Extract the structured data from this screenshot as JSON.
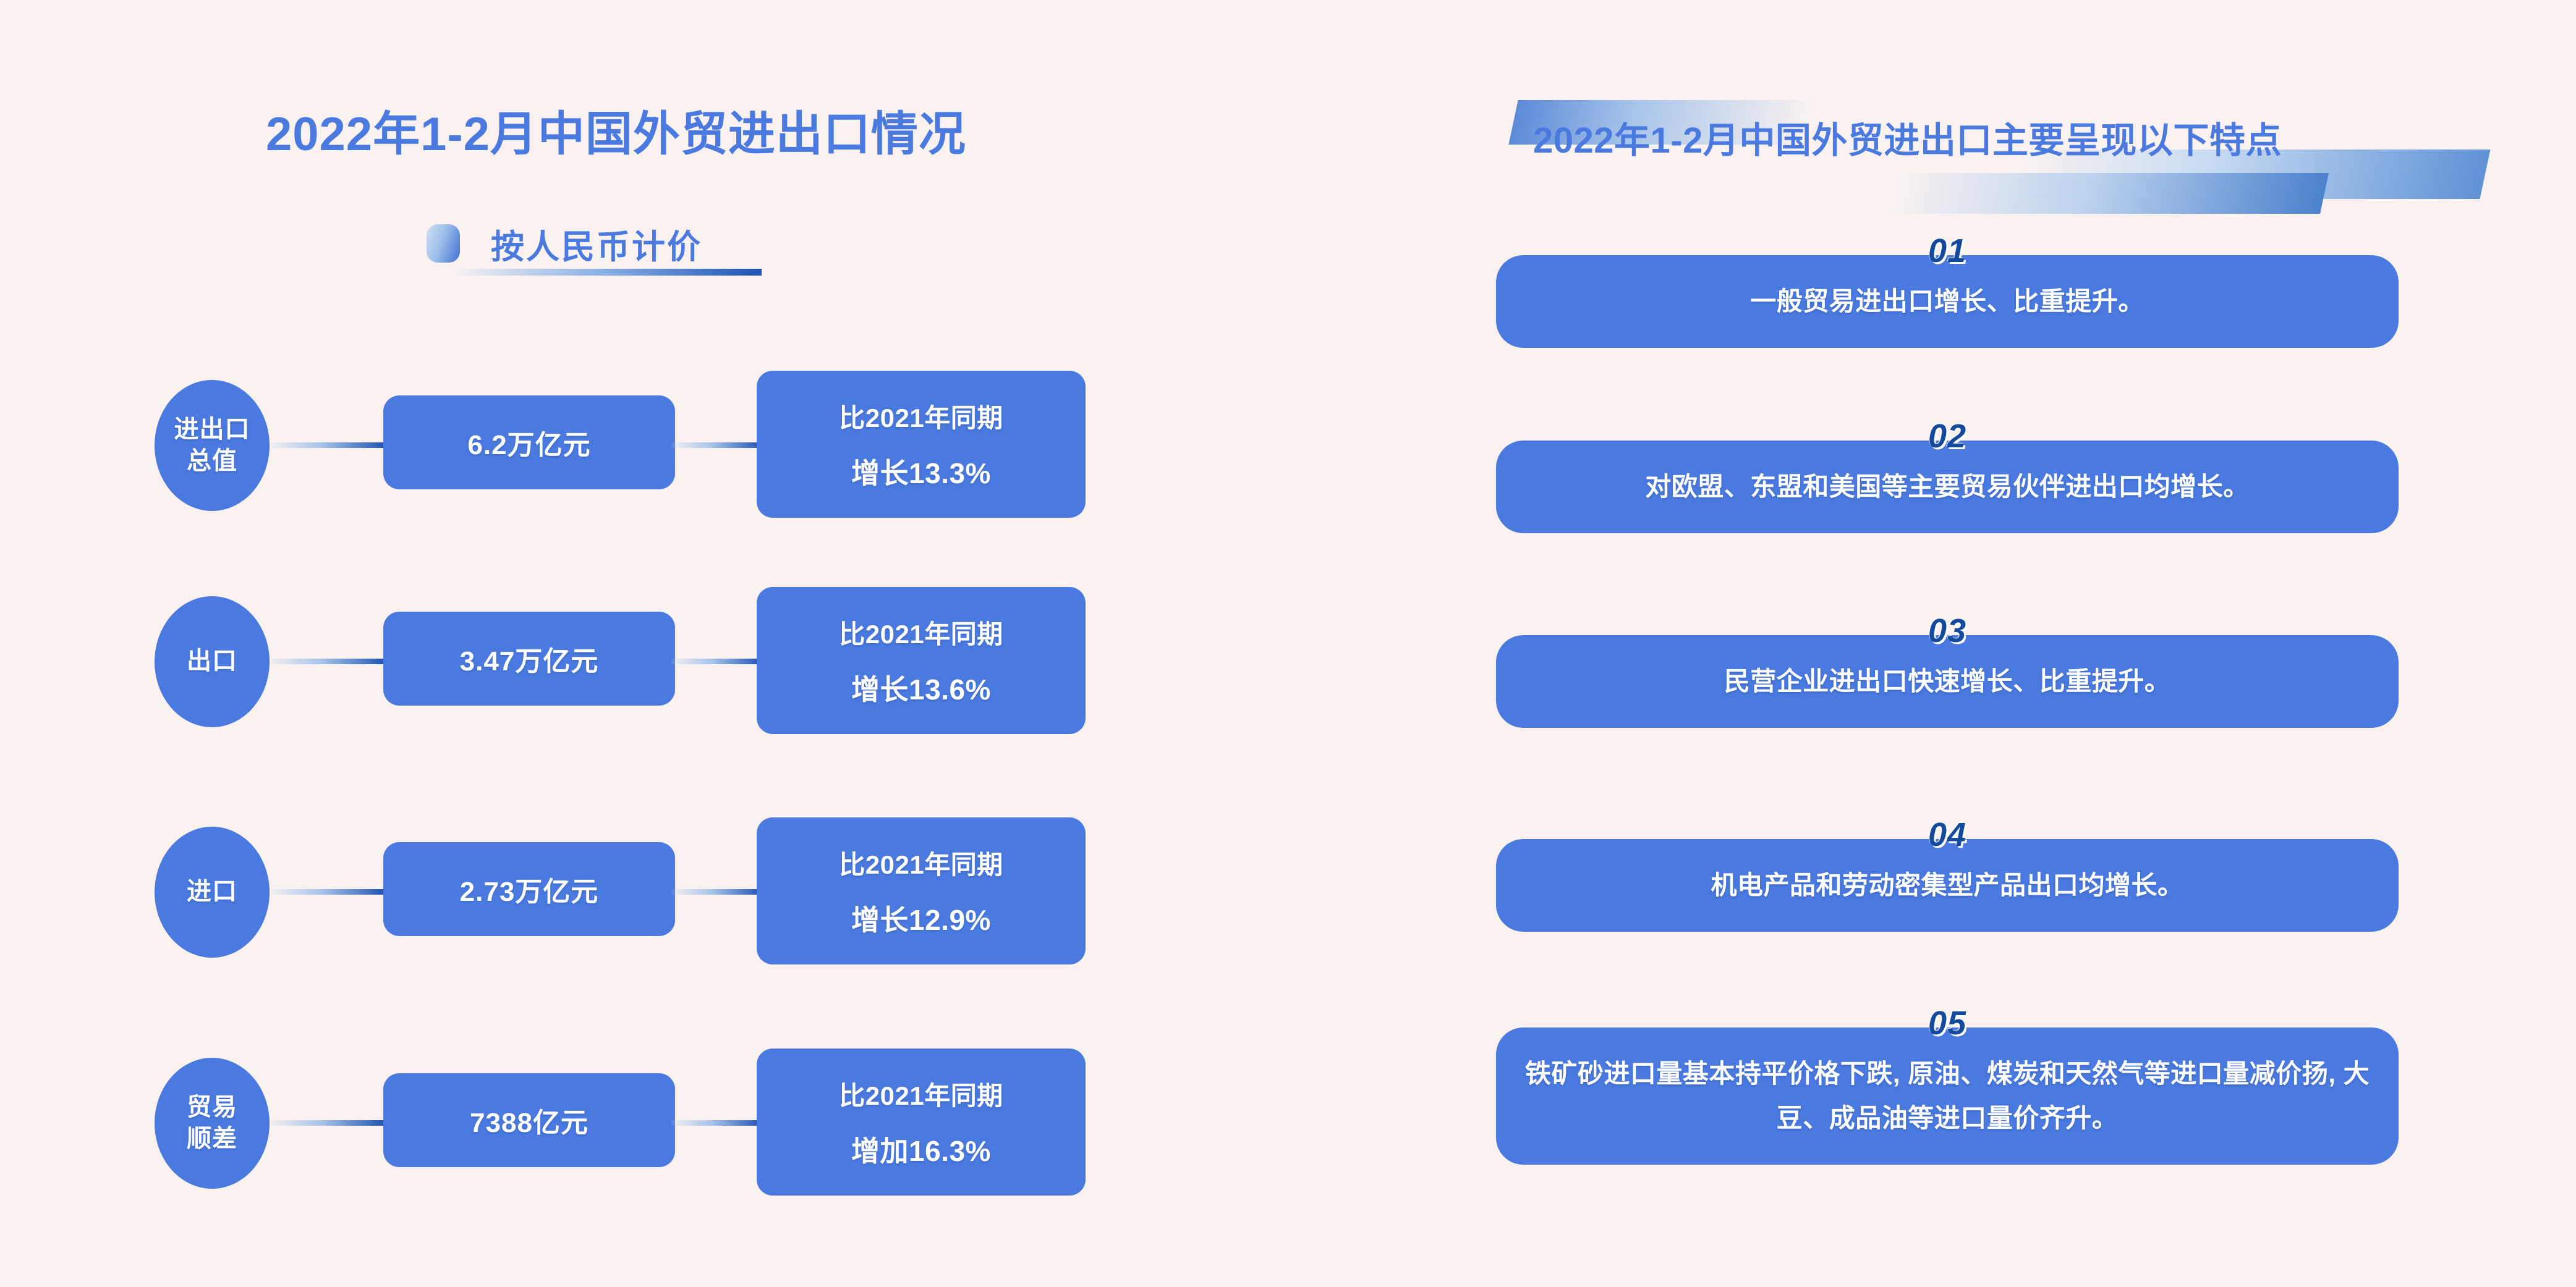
{
  "background_color": "#faf2f1",
  "accent_color": "#4a7ae0",
  "accent_dark": "#144a9e",
  "left": {
    "title": "2022年1-2月中国外贸进出口情况",
    "subtitle": "按人民币计价",
    "subtitle_marker_icon": "rounded-square-marker",
    "rows": [
      {
        "label": "进出口\n总值",
        "label_lines": [
          "进出口",
          "总值"
        ],
        "value": "6.2万亿元",
        "compare_line1": "比2021年同期",
        "compare_line2": "增长13.3%"
      },
      {
        "label": "出口",
        "label_lines": [
          "出口"
        ],
        "value": "3.47万亿元",
        "compare_line1": "比2021年同期",
        "compare_line2": "增长13.6%"
      },
      {
        "label": "进口",
        "label_lines": [
          "进口"
        ],
        "value": "2.73万亿元",
        "compare_line1": "比2021年同期",
        "compare_line2": "增长12.9%"
      },
      {
        "label": "贸易\n顺差",
        "label_lines": [
          "贸易",
          "顺差"
        ],
        "value": "7388亿元",
        "compare_line1": "比2021年同期",
        "compare_line2": "增加16.3%"
      }
    ]
  },
  "right": {
    "title": "2022年1-2月中国外贸进出口主要呈现以下特点",
    "features": [
      {
        "number": "01",
        "text": "一般贸易进出口增长、比重提升。"
      },
      {
        "number": "02",
        "text": "对欧盟、东盟和美国等主要贸易伙伴进出口均增长。"
      },
      {
        "number": "03",
        "text": "民营企业进出口快速增长、比重提升。"
      },
      {
        "number": "04",
        "text": "机电产品和劳动密集型产品出口均增长。"
      },
      {
        "number": "05",
        "text": "铁矿砂进口量基本持平价格下跌, 原油、煤炭和天然气等进口量减价扬, 大豆、成品油等进口量价齐升。"
      }
    ]
  }
}
